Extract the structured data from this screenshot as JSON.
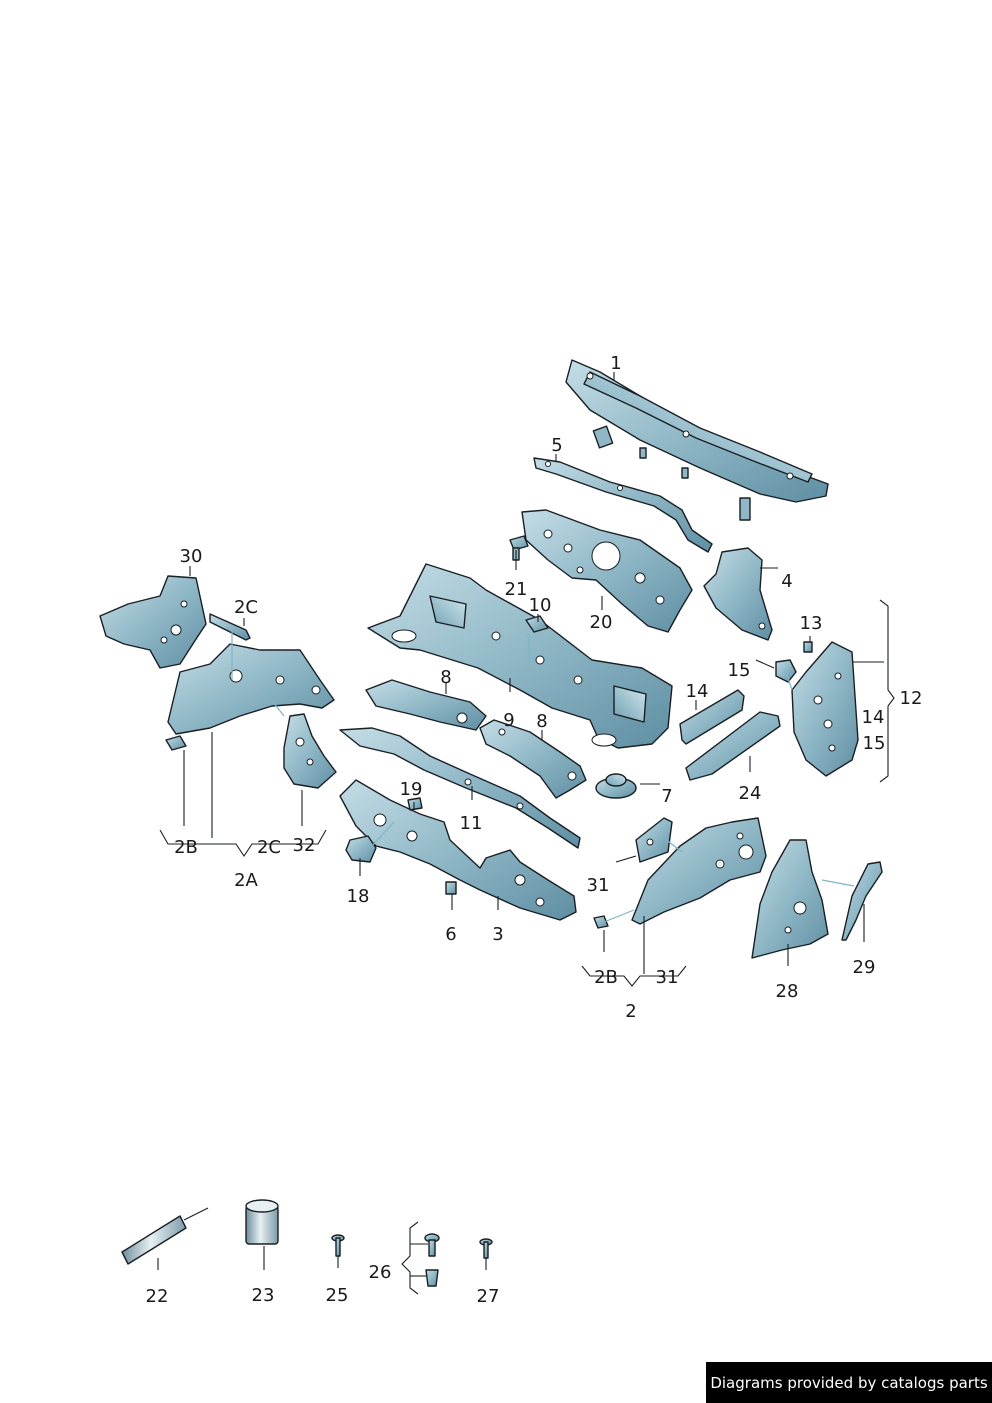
{
  "colors": {
    "part_fill": "#8fb7c6",
    "part_fill_light": "#c4dde6",
    "part_fill_dark": "#5f8fa3",
    "outline": "#1a1f24",
    "assembly_line": "#7fb5c7",
    "footer_bg": "#000000",
    "footer_text": "#ffffff"
  },
  "callouts": {
    "c1": "1",
    "c2": "2",
    "c2A": "2A",
    "c2B_left": "2B",
    "c2C_left_top": "2C",
    "c2C_left_bottom": "2C",
    "c2B_right": "2B",
    "c3": "3",
    "c4": "4",
    "c5": "5",
    "c6": "6",
    "c7": "7",
    "c8_a": "8",
    "c8_b": "8",
    "c9": "9",
    "c10": "10",
    "c11": "11",
    "c12": "12",
    "c13": "13",
    "c14_a": "14",
    "c14_b": "14",
    "c15_a": "15",
    "c15_b": "15",
    "c18": "18",
    "c19": "19",
    "c20": "20",
    "c21": "21",
    "c22": "22",
    "c23": "23",
    "c24": "24",
    "c25": "25",
    "c26": "26",
    "c27": "27",
    "c28": "28",
    "c29": "29",
    "c30": "30",
    "c31_a": "31",
    "c31_b": "31",
    "c32": "32"
  },
  "footer": {
    "text": "Diagrams provided by catalogs parts"
  }
}
